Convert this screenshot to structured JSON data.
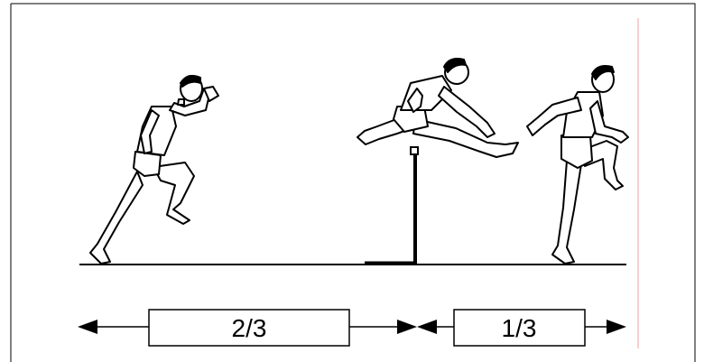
{
  "diagram": {
    "segments": [
      {
        "label": "2/3"
      },
      {
        "label": "1/3"
      }
    ],
    "figures": [
      {
        "name": "runner-approach"
      },
      {
        "name": "runner-clearing-hurdle"
      },
      {
        "name": "runner-landing"
      }
    ],
    "colors": {
      "line": "#000000",
      "border": "#000000",
      "accent_guide": "#f0a0a0",
      "background": "#ffffff"
    }
  }
}
